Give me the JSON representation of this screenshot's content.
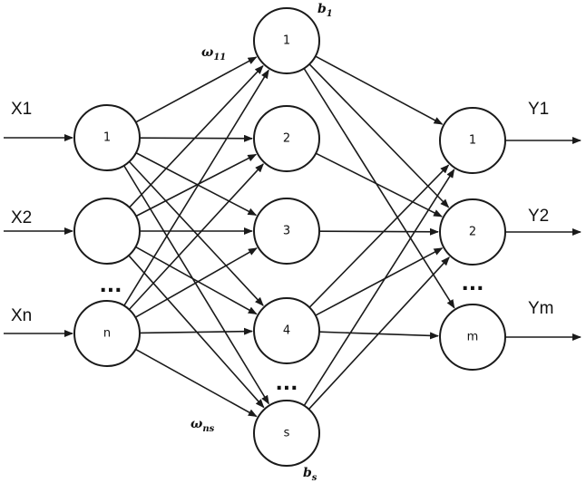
{
  "input_layer": {
    "nodes": [
      {
        "id": "in1",
        "label": "1",
        "input_label": "X1"
      },
      {
        "id": "in2",
        "label": "",
        "input_label": "X2"
      },
      {
        "id": "inn",
        "label": "n",
        "input_label": "Xn"
      }
    ],
    "ellipsis": "..."
  },
  "hidden_layer": {
    "nodes": [
      {
        "id": "h1",
        "label": "1"
      },
      {
        "id": "h2",
        "label": "2"
      },
      {
        "id": "h3",
        "label": "3"
      },
      {
        "id": "h4",
        "label": "4"
      },
      {
        "id": "hs",
        "label": "s"
      }
    ],
    "ellipsis": "...",
    "bias_top": {
      "main": "b",
      "sub": "1"
    },
    "bias_bottom": {
      "main": "b",
      "sub": "s"
    }
  },
  "output_layer": {
    "nodes": [
      {
        "id": "o1",
        "label": "1",
        "output_label": "Y1"
      },
      {
        "id": "o2",
        "label": "2",
        "output_label": "Y2"
      },
      {
        "id": "om",
        "label": "m",
        "output_label": "Ym"
      }
    ],
    "ellipsis": "..."
  },
  "weights": {
    "top": {
      "main": "ω",
      "sub": "11"
    },
    "bottom": {
      "main": "ω",
      "sub": "ns"
    }
  },
  "colors": {
    "stroke": "#1a1a1a",
    "background": "#ffffff"
  }
}
